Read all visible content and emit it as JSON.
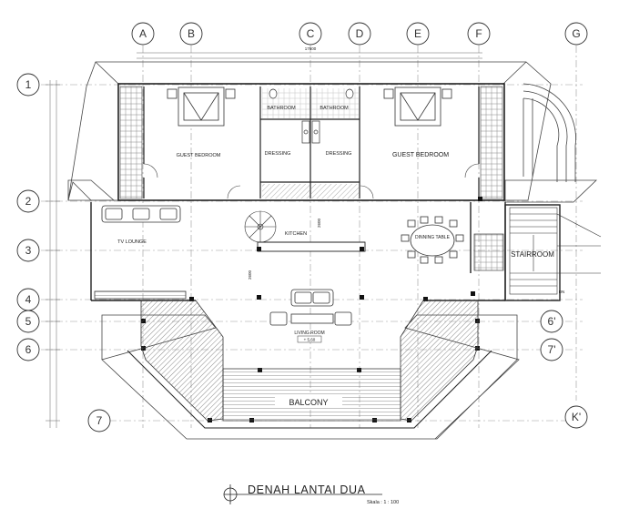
{
  "grid": {
    "columns": [
      "A",
      "B",
      "C",
      "D",
      "E",
      "F",
      "G"
    ],
    "rows": [
      "1",
      "2",
      "3",
      "4",
      "5",
      "6",
      "7"
    ],
    "aux": [
      "6'",
      "7'",
      "K'"
    ]
  },
  "rooms": {
    "guest_bedroom_left": "GUEST BEDROOM",
    "guest_bedroom_right": "GUEST BEDROOM",
    "bathroom_left": "BATHROOM",
    "bathroom_right": "BATHROOM",
    "dressing_left": "DRESSING",
    "dressing_right": "DRESSING",
    "tv_lounge": "TV LOUNGE",
    "kitchen": "KITCHEN",
    "dining_table": "DINNING TABLE",
    "stairroom": "STAIRROOM",
    "living_room": "LIVING ROOM",
    "level": "+ 5,60",
    "balcony": "BALCONY",
    "dn": "DN"
  },
  "title": {
    "main": "DENAH LANTAI DUA",
    "scale": "Skala : 1 : 100"
  },
  "dimensions": {
    "top_total": "17600",
    "kitchen_h": "2600",
    "living_w": "2600"
  }
}
